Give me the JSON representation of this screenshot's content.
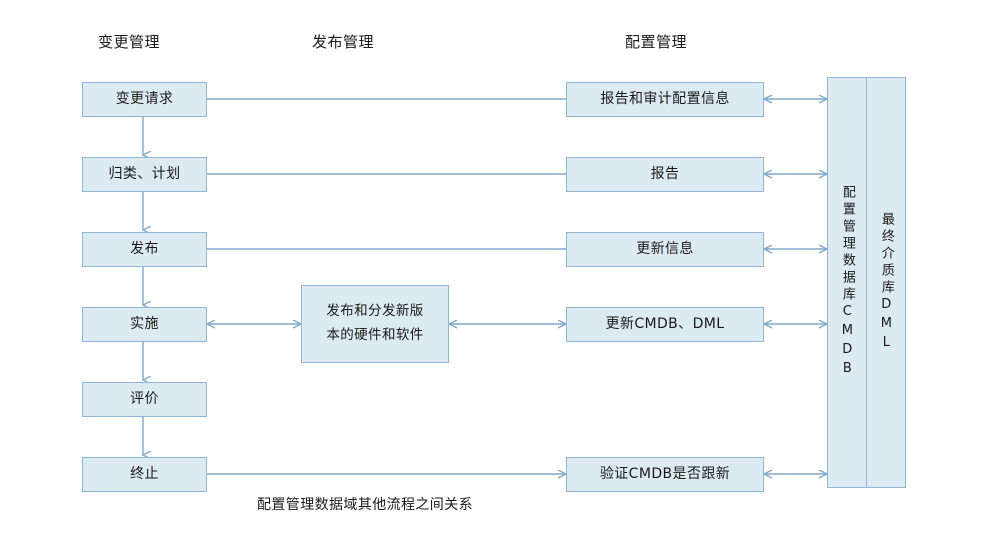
{
  "diagram": {
    "caption": "配置管理数据域其他流程之间关系",
    "accent_fill": "#dceaf1",
    "accent_border": "#8fb6d7",
    "connector_color": "#7fa8cd"
  },
  "headers": {
    "change": "变更管理",
    "release": "发布管理",
    "configuration": "配置管理"
  },
  "change_column": {
    "steps": [
      {
        "label": "变更请求"
      },
      {
        "label": "归类、计划"
      },
      {
        "label": "发布"
      },
      {
        "label": "实施"
      },
      {
        "label": "评价"
      },
      {
        "label": "终止"
      }
    ]
  },
  "release_column": {
    "boxes": [
      {
        "line1": "发布和分发新版",
        "line2": "本的硬件和软件"
      }
    ]
  },
  "configuration_column": {
    "boxes": [
      {
        "label": "报告和审计配置信息"
      },
      {
        "label": "报告"
      },
      {
        "label": "更新信息"
      },
      {
        "label": "更新CMDB、DML"
      },
      {
        "label": "验证CMDB是否跟新"
      }
    ]
  },
  "repositories": [
    {
      "label": "配置管理数据库CMDB"
    },
    {
      "label": "最终介质库DML"
    }
  ]
}
